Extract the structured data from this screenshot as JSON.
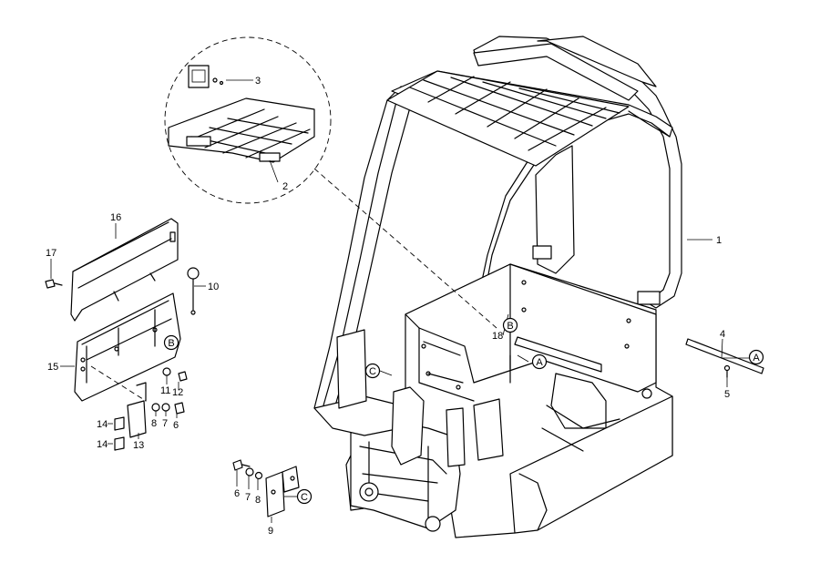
{
  "callouts": {
    "c1": "1",
    "c2": "2",
    "c3": "3",
    "c4": "4",
    "c5": "5",
    "c6a": "6",
    "c6b": "6",
    "c7a": "7",
    "c7b": "7",
    "c8a": "8",
    "c8b": "8",
    "c9": "9",
    "c10": "10",
    "c11": "11",
    "c12": "12",
    "c13": "13",
    "c14a": "14",
    "c14b": "14",
    "c15": "15",
    "c16": "16",
    "c17": "17",
    "c18": "18"
  },
  "refs": {
    "a_right": "A",
    "a_frame": "A",
    "b_frame": "B",
    "b_panel": "B",
    "c_frame": "C",
    "c_bracket": "C"
  }
}
